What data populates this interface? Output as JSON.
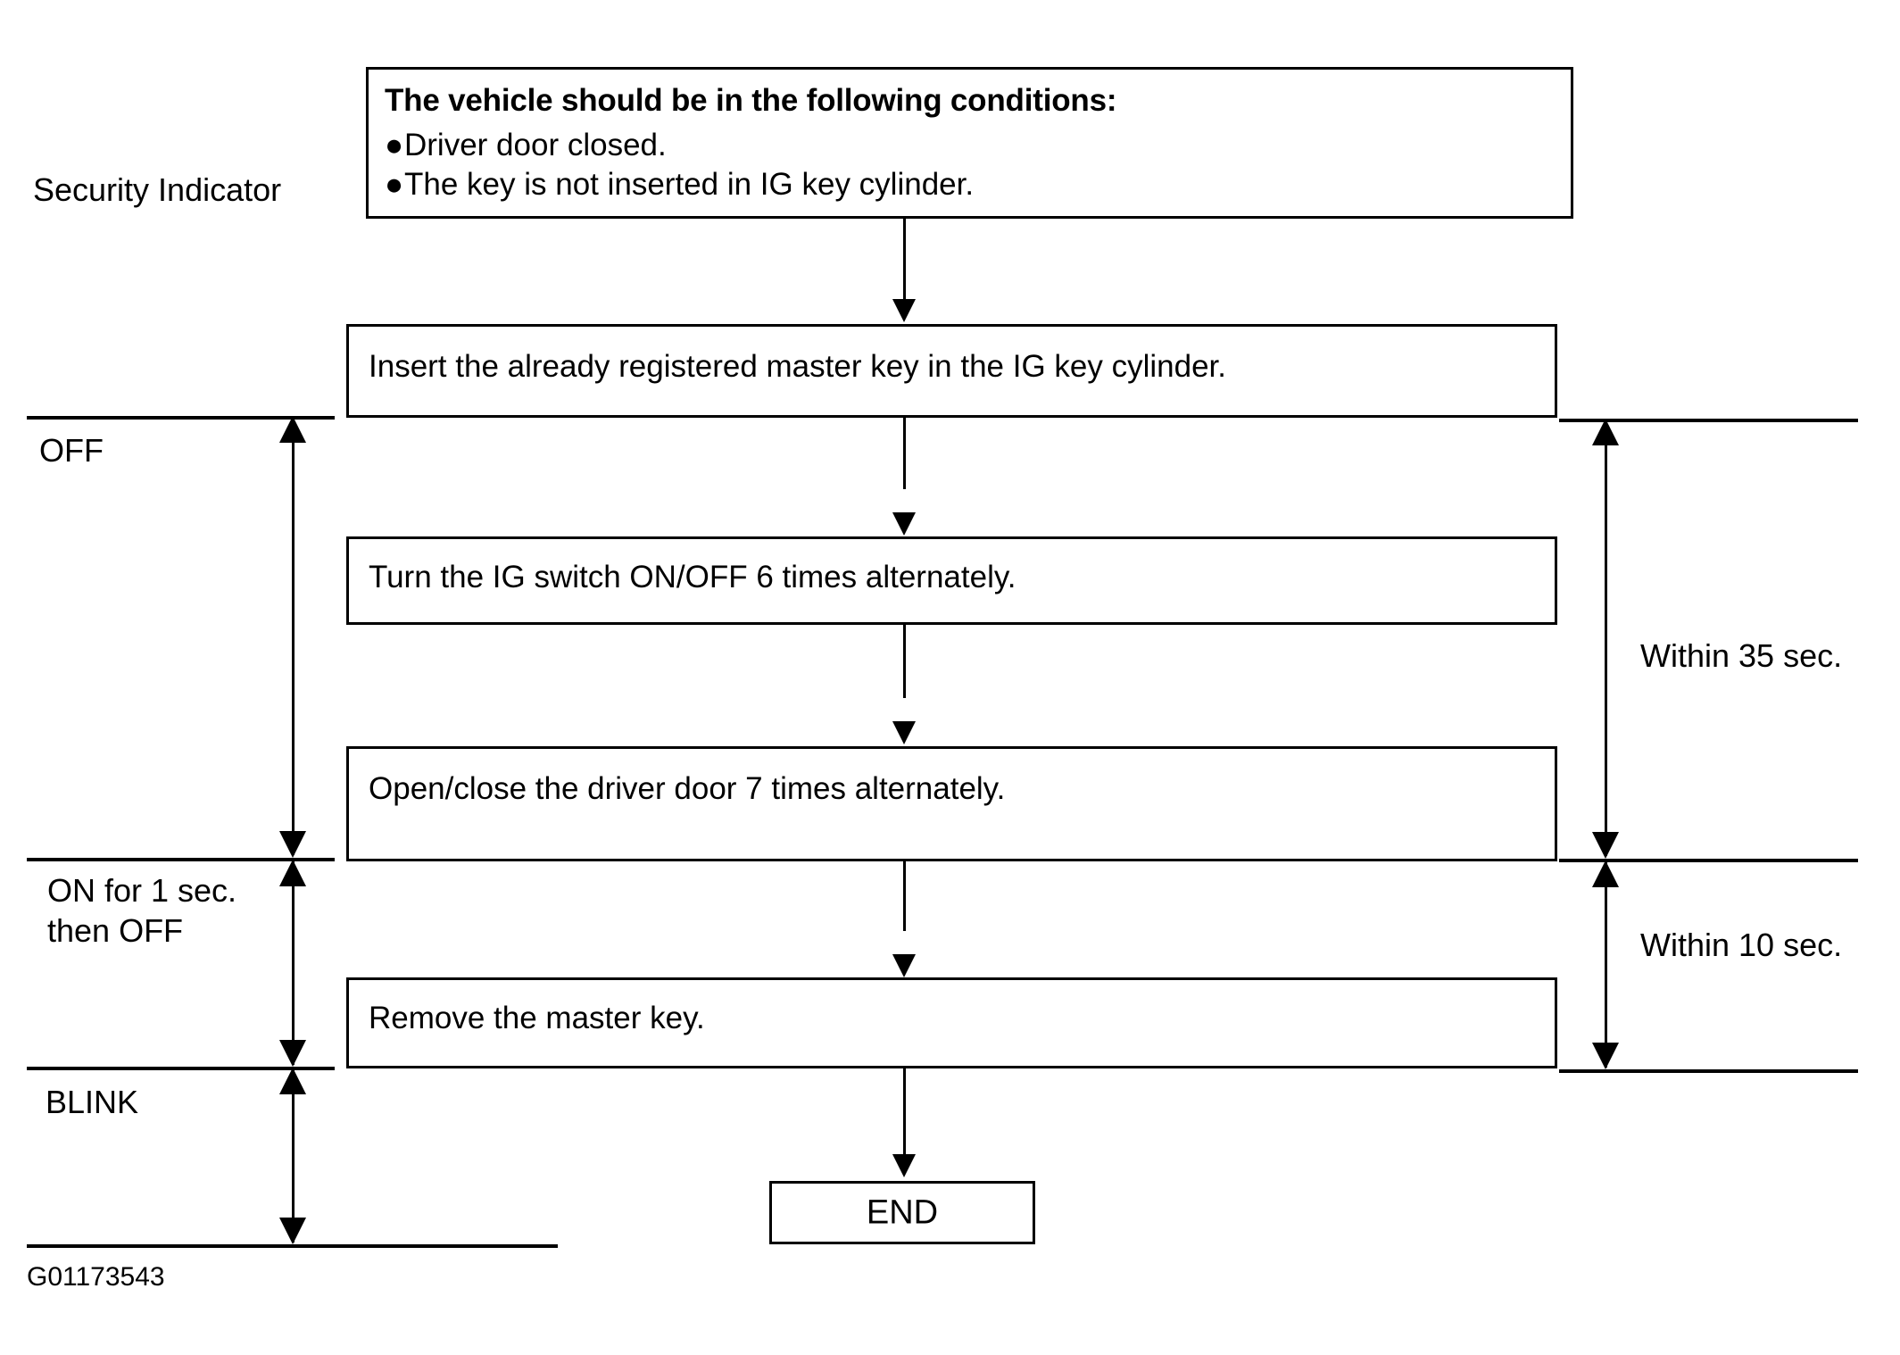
{
  "diagram": {
    "figure_id": "G01173543",
    "indicator_axis_title": "Security Indicator",
    "indicator_states": [
      {
        "label": "OFF"
      },
      {
        "label": "ON for 1 sec.\nthen OFF"
      },
      {
        "label": "BLINK"
      }
    ],
    "timing_labels": [
      {
        "label": "Within 35 sec."
      },
      {
        "label": "Within 10 sec."
      }
    ],
    "condition_box": {
      "title": "The vehicle should be in the following conditions:",
      "bullet_char": "●",
      "items": [
        "Driver door closed.",
        "The key is not inserted in IG key cylinder."
      ]
    },
    "steps": [
      {
        "text": "Insert the already registered master key in the IG key cylinder."
      },
      {
        "text": "Turn the IG switch ON/OFF 6 times alternately."
      },
      {
        "text": "Open/close the driver door 7 times alternately."
      },
      {
        "text": "Remove the master key."
      }
    ],
    "terminator": {
      "text": "END"
    },
    "colors": {
      "ink": "#000000",
      "paper": "#ffffff"
    }
  }
}
